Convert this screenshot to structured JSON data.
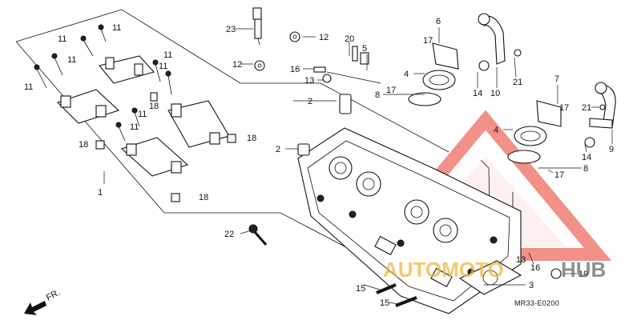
{
  "diagram": {
    "drawing_code": "MR33-E0200",
    "direction_label": "FR.",
    "part_numbers": {
      "p1": "1",
      "p2": "2",
      "p3": "3",
      "p4": "4",
      "p5": "5",
      "p6": "6",
      "p7": "7",
      "p8": "8",
      "p9": "9",
      "p10": "10",
      "p11": "11",
      "p12": "12",
      "p13": "13",
      "p14": "14",
      "p15": "15",
      "p16": "16",
      "p17": "17",
      "p18": "18",
      "p19": "19",
      "p20": "20",
      "p21": "21",
      "p22": "22",
      "p23": "23"
    }
  },
  "watermark": {
    "word_left": "AUTOMOTO",
    "word_right": "HUB",
    "color": "#e8372c",
    "secondary_color": "#f2b640"
  }
}
